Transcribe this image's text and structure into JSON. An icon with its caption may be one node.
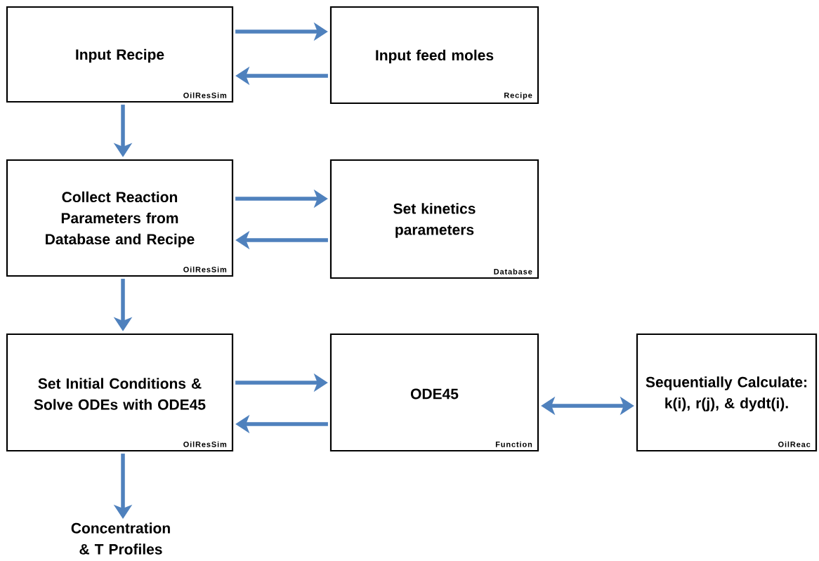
{
  "diagram": {
    "nodes": [
      {
        "text": [
          "Input Recipe",
          "OilResSim"
        ]
      },
      {
        "text": [
          "Input feed moles",
          "Recipe"
        ]
      },
      {
        "text": [
          "Collect Reaction Parameters from Database and Recipe",
          "OilResSim"
        ]
      },
      {
        "text": [
          "Set kinetics parameters",
          "Database"
        ]
      },
      {
        "text": [
          "Set Initial Conditions & Solve ODEs with ODE45",
          "OilResSim"
        ]
      },
      {
        "text": [
          "ODE45",
          "Function"
        ]
      },
      {
        "text": [
          "Sequentially Calculate: k(i), r(j), & dydt(i).",
          "OilReac"
        ]
      },
      {
        "text": [
          "Concentration & T Profiles"
        ]
      }
    ],
    "edges": [
      {
        "from": 0,
        "to": 1,
        "arrow": "to"
      },
      {
        "from": 1,
        "to": 0,
        "arrow": "to"
      },
      {
        "from": 0,
        "to": 2,
        "arrow": "to"
      },
      {
        "from": 2,
        "to": 3,
        "arrow": "to"
      },
      {
        "from": 3,
        "to": 2,
        "arrow": "to"
      },
      {
        "from": 2,
        "to": 4,
        "arrow": "to"
      },
      {
        "from": 4,
        "to": 5,
        "arrow": "to"
      },
      {
        "from": 5,
        "to": 4,
        "arrow": "to"
      },
      {
        "from": 5,
        "to": 6,
        "arrow": "both"
      },
      {
        "from": 4,
        "to": 7,
        "arrow": "to"
      }
    ]
  }
}
